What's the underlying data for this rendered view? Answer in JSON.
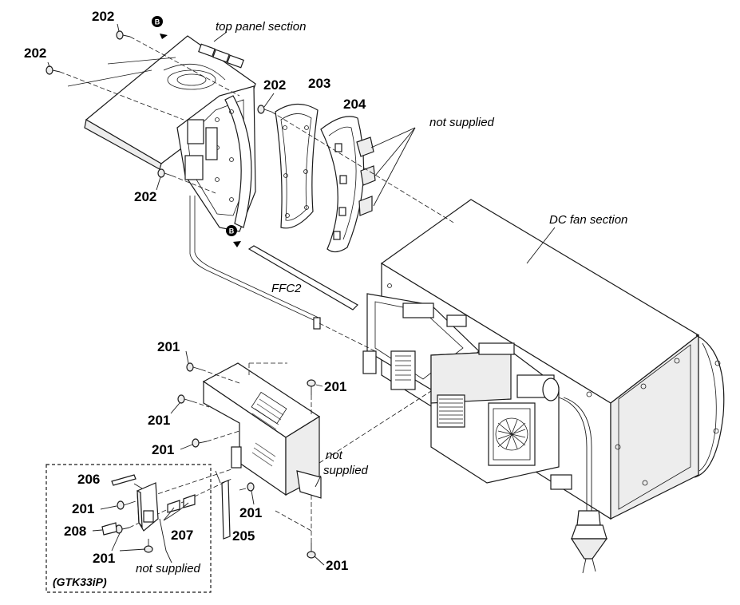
{
  "labels": {
    "top_panel_section": "top panel section",
    "dc_fan_section": "DC fan section",
    "not_supplied_top": "not supplied",
    "not_supplied_mid_line1": "not",
    "not_supplied_mid_line2": "supplied",
    "not_supplied_bottom": "not supplied",
    "ffc2": "FFC2",
    "variant": "(GTK33iP)"
  },
  "markers": {
    "b_top": "B",
    "b_mid": "B"
  },
  "part_numbers": {
    "p202_a": "202",
    "p202_b": "202",
    "p202_c": "202",
    "p202_d": "202",
    "p203": "203",
    "p204": "204",
    "p201_a": "201",
    "p201_b": "201",
    "p201_c": "201",
    "p201_d": "201",
    "p201_e": "201",
    "p201_f": "201",
    "p201_g": "201",
    "p201_h": "201",
    "p205": "205",
    "p206": "206",
    "p207": "207",
    "p208": "208"
  }
}
